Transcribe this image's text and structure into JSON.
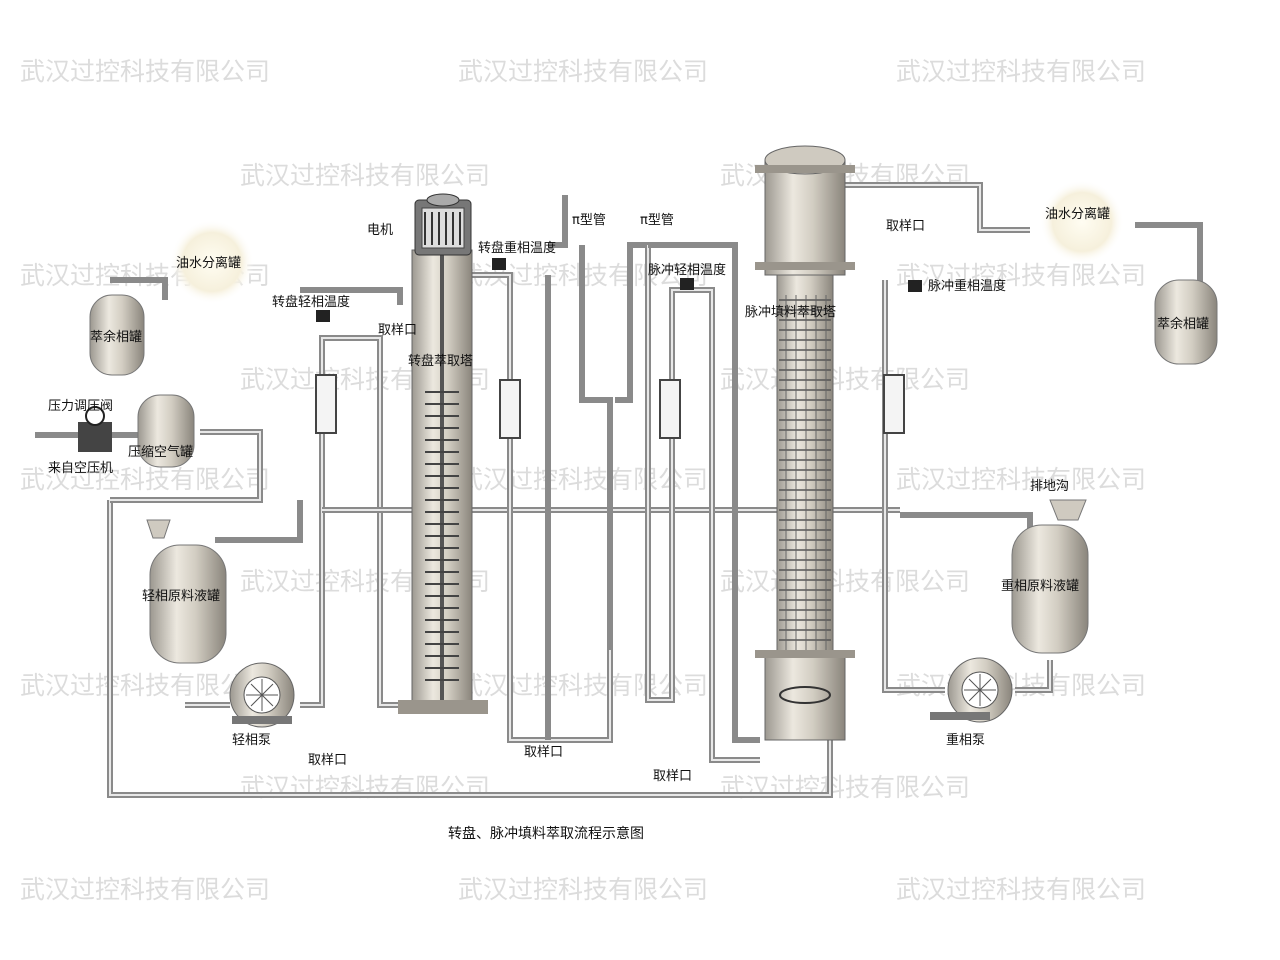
{
  "watermark": "武汉过控科技有限公司",
  "caption": "转盘、脉冲填料萃取流程示意图",
  "labels": {
    "motor": "电机",
    "rdc_tower": "转盘萃取塔",
    "rdc_heavy_temp": "转盘重相温度",
    "rdc_light_temp": "转盘轻相温度",
    "pi_tube_1": "π型管",
    "pi_tube_2": "π型管",
    "pulse_light_temp": "脉冲轻相温度",
    "pulse_tower": "脉冲填料萃取塔",
    "pulse_heavy_temp": "脉冲重相温度",
    "oil_water_sep_left": "油水分离罐",
    "oil_water_sep_right": "油水分离罐",
    "raffinate_left": "萃余相罐",
    "raffinate_right": "萃余相罐",
    "pressure_valve": "压力调压阀",
    "air_tank": "压缩空气罐",
    "from_compressor": "来自空压机",
    "light_feed_tank": "轻相原料液罐",
    "heavy_feed_tank": "重相原料液罐",
    "light_pump": "轻相泵",
    "heavy_pump": "重相泵",
    "drain": "排地沟",
    "sample_port_1": "取样口",
    "sample_port_2": "取样口",
    "sample_port_3": "取样口",
    "sample_port_4": "取样口",
    "sample_port_5": "取样口"
  },
  "colors": {
    "vessel": "#d4cfc4",
    "pipe": "#8a8a8a",
    "watermark": "#dcdcdc"
  }
}
